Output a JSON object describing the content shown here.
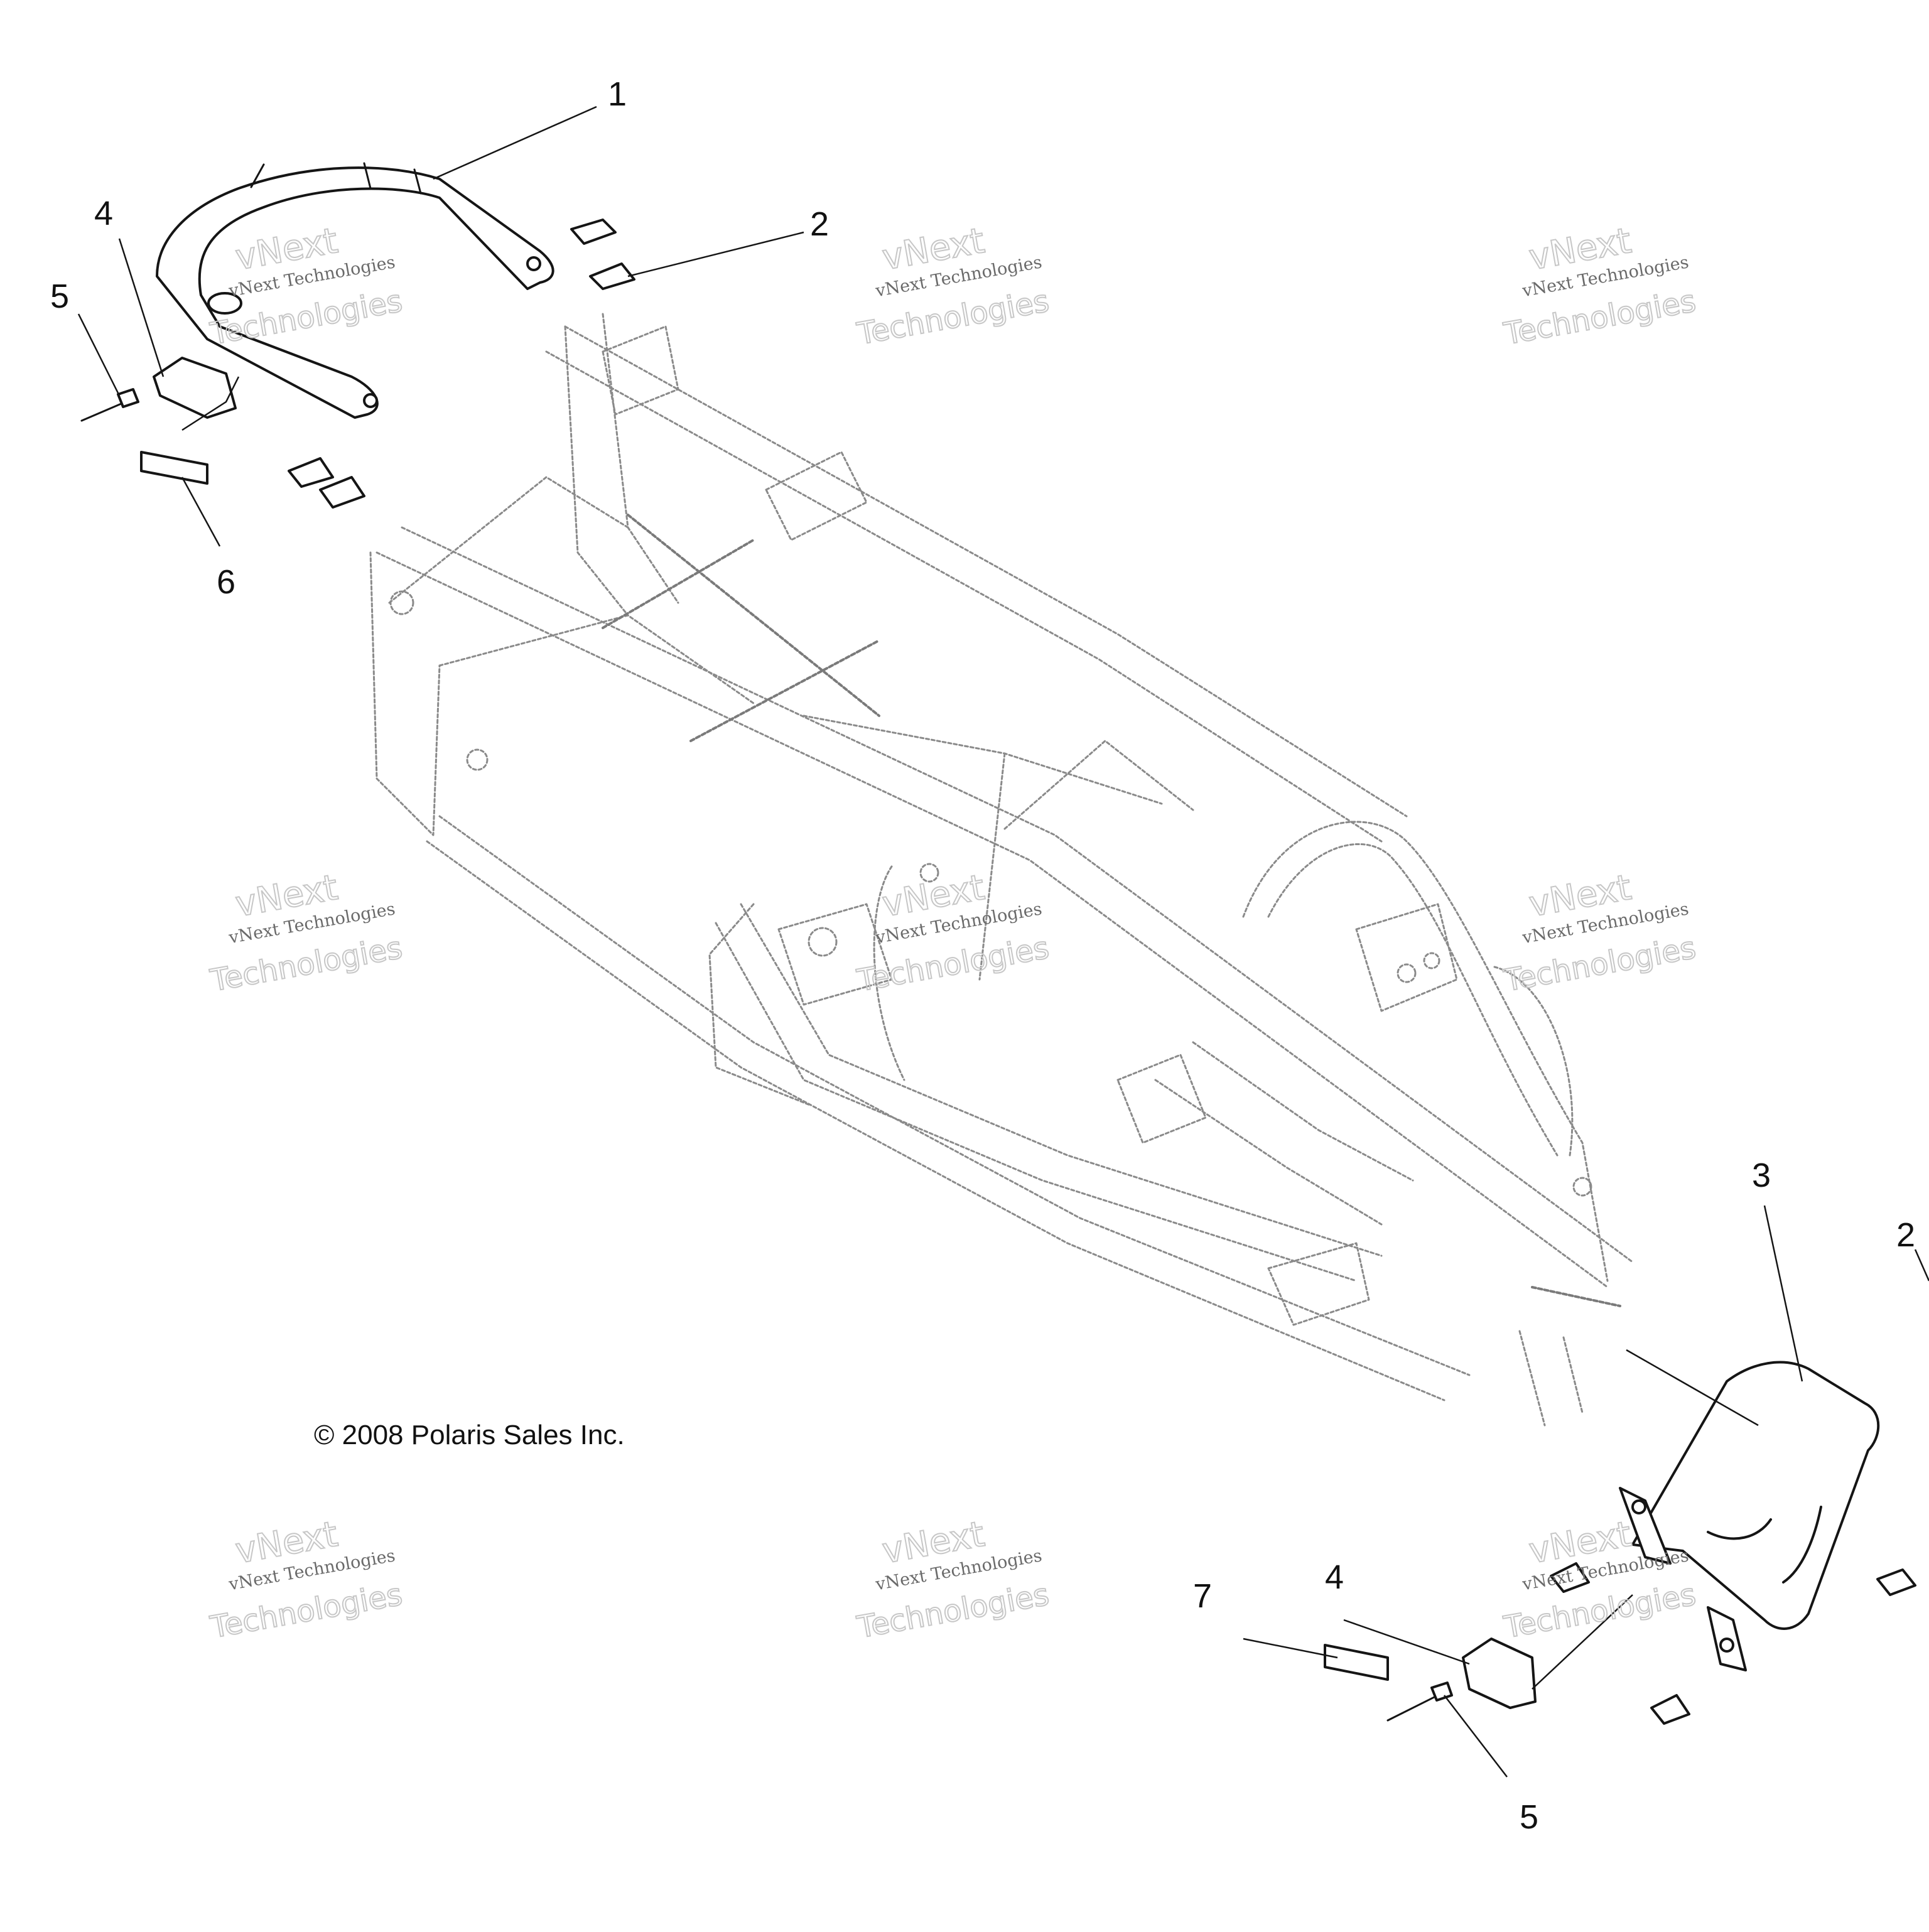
{
  "callouts": [
    {
      "id": "1",
      "label": "1"
    },
    {
      "id": "2a",
      "label": "2"
    },
    {
      "id": "2b",
      "label": "2"
    },
    {
      "id": "3",
      "label": "3"
    },
    {
      "id": "4a",
      "label": "4"
    },
    {
      "id": "4b",
      "label": "4"
    },
    {
      "id": "5a",
      "label": "5"
    },
    {
      "id": "5b",
      "label": "5"
    },
    {
      "id": "6",
      "label": "6"
    },
    {
      "id": "7",
      "label": "7"
    }
  ],
  "copyright": "© 2008 Polaris Sales Inc.",
  "watermark": {
    "company_line": "vNext Technologies",
    "word1": "vNext",
    "word2": "Technologies"
  },
  "colors": {
    "line": "#151515",
    "frame_line": "#8a8a8a",
    "watermark": "#c7c7c7",
    "background": "#ffffff"
  }
}
